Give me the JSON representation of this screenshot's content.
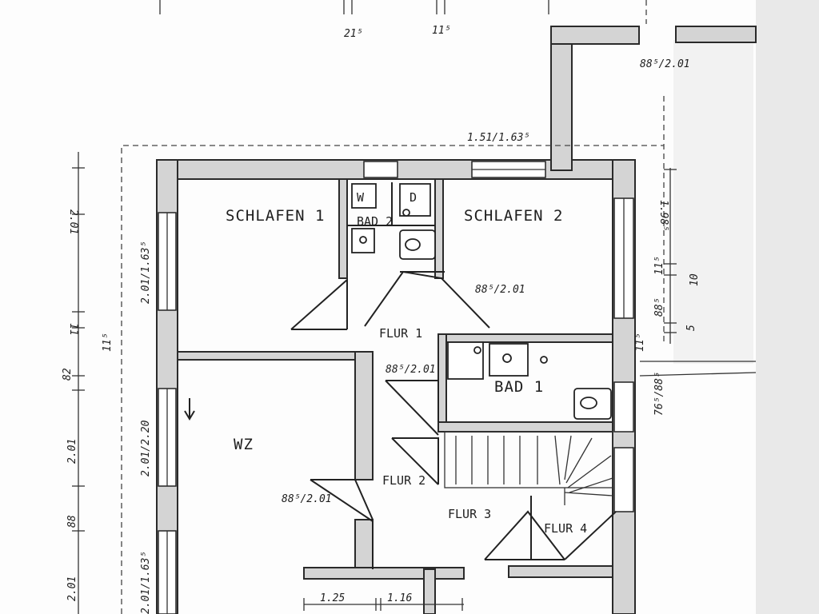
{
  "rooms": {
    "schlafen1": "SCHLAFEN 1",
    "schlafen2": "SCHLAFEN 2",
    "bad2": "BAD 2",
    "bad1": "BAD 1",
    "wz": "WZ",
    "flur1": "FLUR 1",
    "flur2": "FLUR 2",
    "flur3": "FLUR 3",
    "flur4": "FLUR 4"
  },
  "fixtures": {
    "w": "W",
    "d": "D"
  },
  "dimensions": {
    "top_a": "21⁵",
    "top_b": "11⁵",
    "top_right_door": "88⁵/2.01",
    "window_top": "1.51/1.63⁵",
    "window_left_upper": "2.01/1.63⁵",
    "window_left_mid": "2.01/2.20",
    "window_left_low": "2.01/1.63⁵",
    "door_schlafen2": "88⁵/2.01",
    "door_flur1": "88⁵/2.01",
    "door_wz": "88⁵/2.01",
    "door_bad1": "76⁵/88⁵",
    "right_window": "1.98⁵",
    "right_10": "10",
    "right_5": "5",
    "right_115": "11⁵",
    "right_88": "88⁵",
    "right_115b": "11⁵",
    "bottom_a": "1.25",
    "bottom_b": "1.16",
    "left_201_top": "2.01",
    "left_11": "11",
    "left_115": "11⁵",
    "left_201_mid": "2.01",
    "left_88": "88",
    "left_201_bot": "2.01",
    "left_82": "82"
  }
}
